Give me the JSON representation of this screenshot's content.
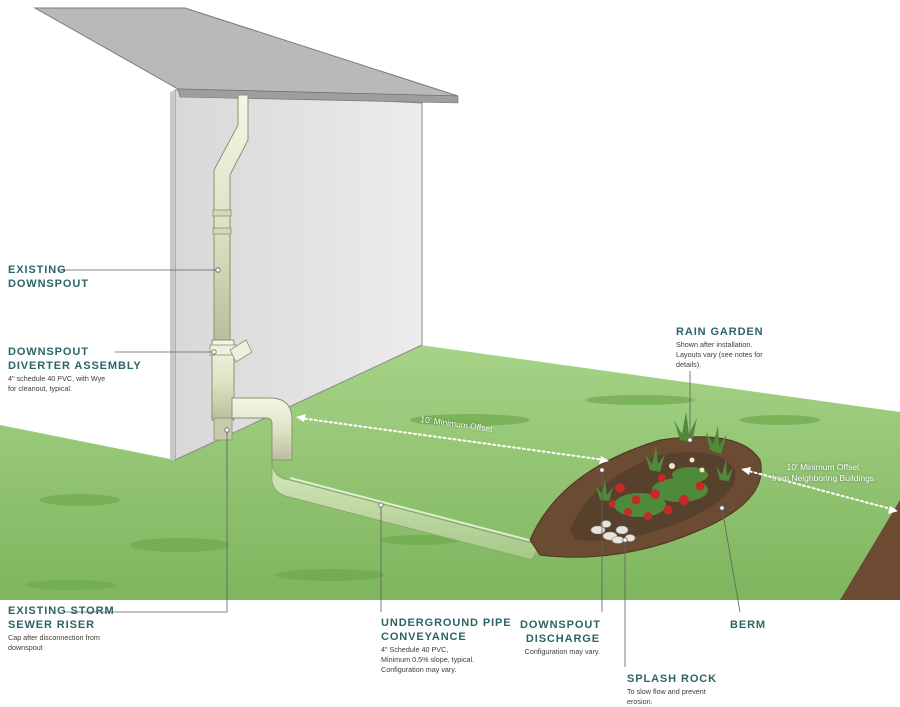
{
  "callouts": {
    "existing_downspout": {
      "title_lines": [
        "EXISTING",
        "DOWNSPOUT"
      ],
      "desc_lines": []
    },
    "diverter_assembly": {
      "title_lines": [
        "DOWNSPOUT",
        "DIVERTER ASSEMBLY"
      ],
      "desc_lines": [
        "4\" schedule 40 PVC, with Wye",
        "for cleanout, typical."
      ]
    },
    "storm_sewer_riser": {
      "title_lines": [
        "EXISTING STORM",
        "SEWER RISER"
      ],
      "desc_lines": [
        "Cap after disconnection from",
        "downspout"
      ]
    },
    "pipe_conveyance": {
      "title_lines": [
        "UNDERGROUND PIPE",
        "CONVEYANCE"
      ],
      "desc_lines": [
        "4\" Schedule 40 PVC,",
        "Minimum 0.5% slope, typical.",
        "Configuration may vary."
      ]
    },
    "downspout_discharge": {
      "title_lines": [
        "DOWNSPOUT",
        "DISCHARGE"
      ],
      "desc_lines": [
        "Configuration may vary."
      ]
    },
    "splash_rock": {
      "title_lines": [
        "SPLASH ROCK"
      ],
      "desc_lines": [
        "To slow flow and prevent",
        "erosion."
      ]
    },
    "berm": {
      "title_lines": [
        "BERM"
      ],
      "desc_lines": []
    },
    "rain_garden": {
      "title_lines": [
        "RAIN GARDEN"
      ],
      "desc_lines": [
        "Shown after installation.",
        "Layouts vary (see notes for",
        "details)."
      ]
    }
  },
  "offsets": {
    "building": [
      "10' Minimum Offset"
    ],
    "neighbors": [
      "10' Minimum Offset",
      "from Neighboring Buildings"
    ]
  },
  "colors": {
    "label": "#2c6465",
    "grass": "#8cc16a",
    "wall": "#e6e6e6",
    "pipe": "#e4e8cf",
    "mulch": "#6b4c33",
    "flower": "#c42a2a"
  }
}
